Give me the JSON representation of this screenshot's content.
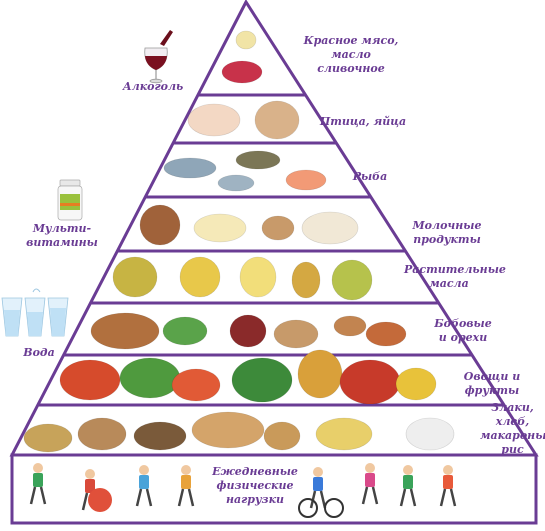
{
  "tiers": [
    {
      "label": "Красное мясо,\nмасло сливочное",
      "foods": [
        "butter",
        "red-meat"
      ]
    },
    {
      "label": "Птица, яйца",
      "foods": [
        "chicken",
        "eggs"
      ]
    },
    {
      "label": "Рыба",
      "foods": [
        "fish",
        "carp",
        "salmon"
      ]
    },
    {
      "label": "Молочные продукты",
      "foods": [
        "milk-jug",
        "cheese",
        "cottage-cheese",
        "yogurt-maker"
      ]
    },
    {
      "label": "Растительные\nмасла",
      "foods": [
        "olive-oil",
        "sunflower-oil",
        "vegetable-oils"
      ]
    },
    {
      "label": "Бобовые\nи орехи",
      "foods": [
        "beans",
        "peas",
        "nuts"
      ]
    },
    {
      "label": "Овощи и\nфрукты",
      "foods": [
        "vegetables",
        "salad",
        "fruits"
      ]
    },
    {
      "label": "Злаки,\nхлеб,\nмакароны,\nрис",
      "foods": [
        "grains",
        "bread",
        "pasta",
        "rice"
      ]
    }
  ],
  "base": {
    "label": "Ежедневные\nфизические\nнагрузки"
  },
  "side_items": [
    {
      "label": "Алкоголь",
      "icon": "wine-glass-icon"
    },
    {
      "label": "Мульти-\nвитамины",
      "icon": "vitamins-bottle-icon"
    },
    {
      "label": "Вода",
      "icon": "water-glasses-icon"
    }
  ],
  "colors": {
    "outline": "#6a3c94",
    "label": "#6a3c94",
    "background": "#ffffff"
  }
}
